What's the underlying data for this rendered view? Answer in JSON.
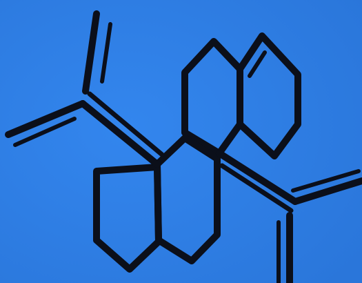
{
  "diagram": {
    "kind": "skeletal structural formula",
    "colors": {
      "background": "#2f80e8",
      "background_shade": "#2a76da",
      "line": "#0b0f1a"
    },
    "rings": [
      {
        "name": "ring-top-left-hexagon",
        "size": 6
      },
      {
        "name": "ring-top-right-hexagon",
        "size": 6,
        "inner_double_bond": true
      },
      {
        "name": "ring-center-hexagon",
        "size": 6
      },
      {
        "name": "ring-left-pentagon",
        "size": 5
      }
    ],
    "substituent_chains": [
      {
        "name": "left-diene-chain",
        "double_bonds": 3
      },
      {
        "name": "right-diene-chain",
        "double_bonds": 3
      }
    ]
  }
}
